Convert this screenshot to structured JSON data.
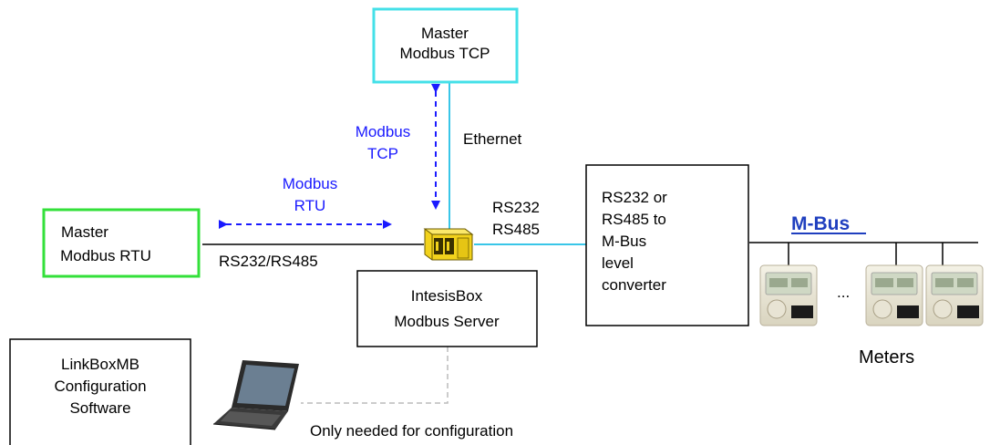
{
  "master_tcp": {
    "line1": "Master",
    "line2": "Modbus TCP",
    "border_color": "#44e0e8"
  },
  "master_rtu": {
    "line1": "Master",
    "line2": "Modbus RTU",
    "border_color": "#33e03a"
  },
  "intesis": {
    "line1": "IntesisBox",
    "line2": "Modbus Server"
  },
  "linkbox": {
    "line1": "LinkBoxMB",
    "line2": "Configuration",
    "line3": "Software"
  },
  "converter": {
    "lines": [
      "RS232 or",
      "RS485 to",
      "M-Bus",
      "level",
      "converter"
    ]
  },
  "labels": {
    "modbus_tcp_1": "Modbus",
    "modbus_tcp_2": "TCP",
    "ethernet": "Ethernet",
    "modbus_rtu_1": "Modbus",
    "modbus_rtu_2": "RTU",
    "rs232": "RS232",
    "rs485": "RS485",
    "rs232_rs485": "RS232/RS485",
    "meters": "Meters",
    "ellipsis": "...",
    "config_note": "Only needed for configuration"
  },
  "mbus_logo": "M-Bus",
  "colors": {
    "protocol_blue": "#1a1aff",
    "ethernet_line": "#39c6e8",
    "config_line": "#bbbbbb",
    "device_yellow": "#f2d21c"
  },
  "icons": [
    "intesisbox-device-icon",
    "laptop-icon",
    "meter-icon"
  ]
}
